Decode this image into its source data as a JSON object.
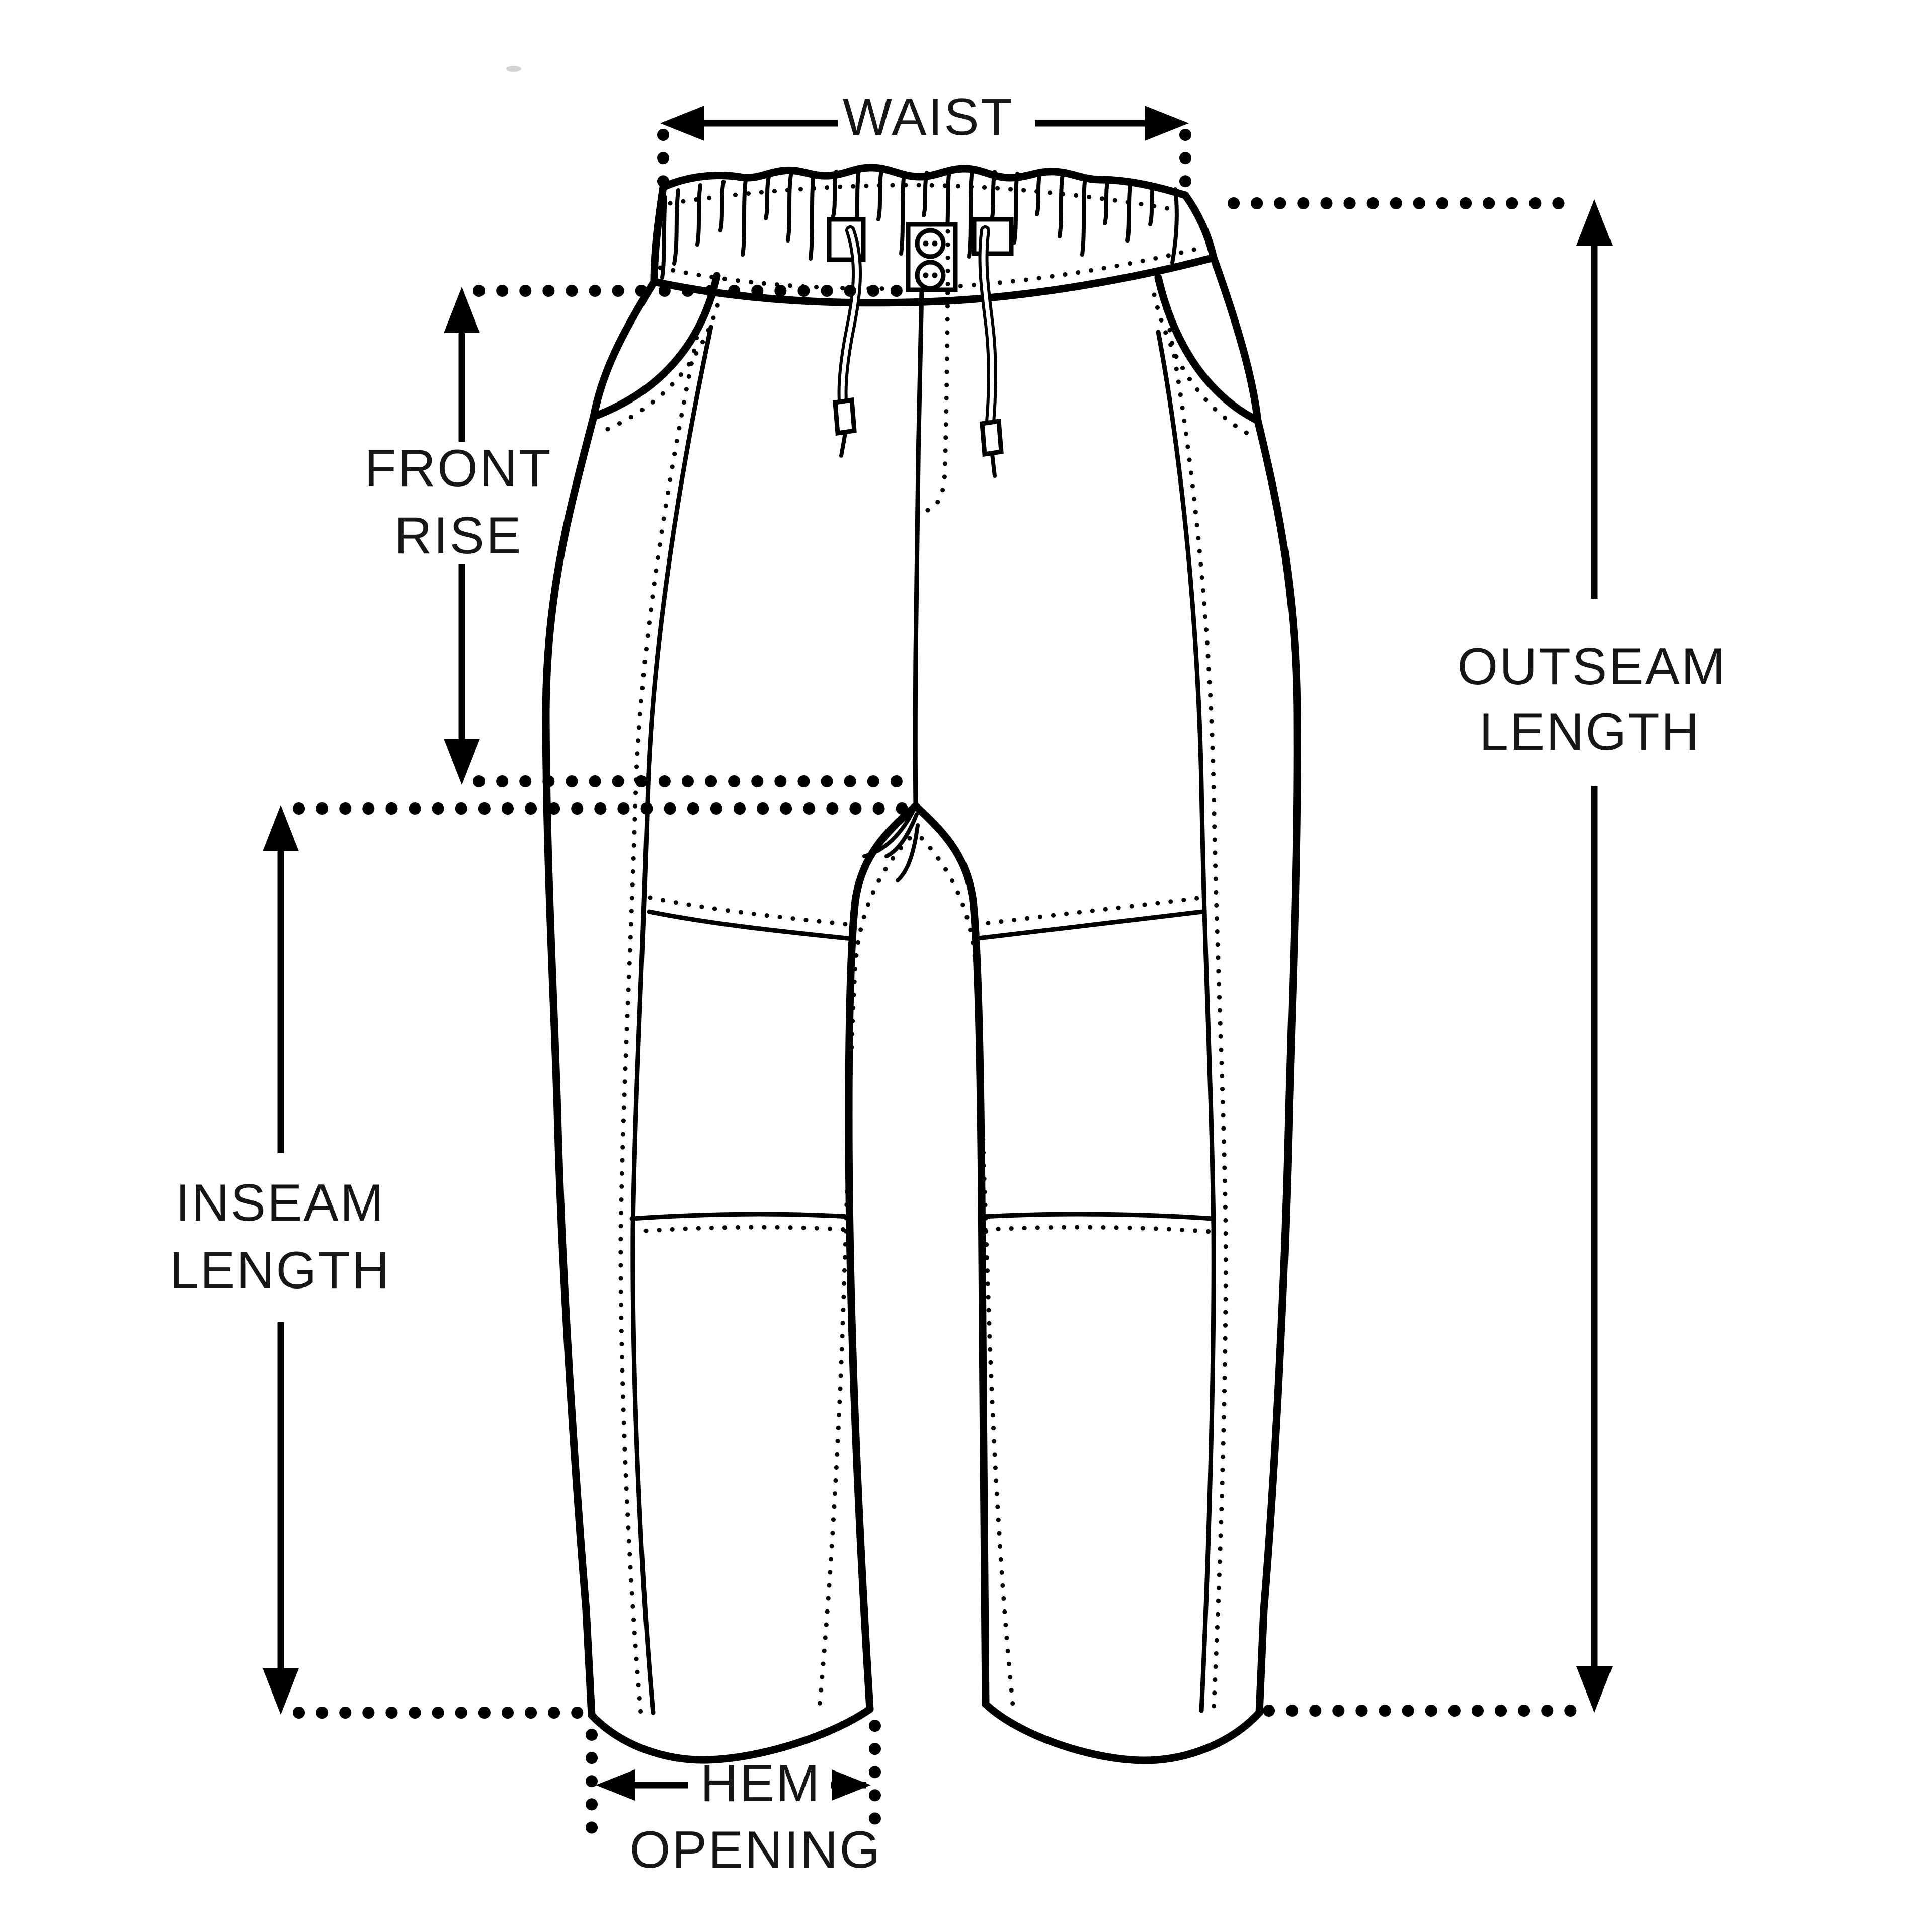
{
  "diagram": {
    "type": "garment-measurement-size-guide",
    "garment": "drawstring barrel-leg pants (front technical flat sketch)",
    "colors": {
      "line": "#000000",
      "text": "#161616",
      "background": "#ffffff"
    },
    "measurements": [
      {
        "id": "waist",
        "label": "WAIST",
        "lines": [
          "WAIST"
        ],
        "orientation": "horizontal",
        "position": "top"
      },
      {
        "id": "front-rise",
        "label": "FRONT RISE",
        "lines": [
          "FRONT",
          "RISE"
        ],
        "orientation": "vertical",
        "position": "upper-left"
      },
      {
        "id": "inseam-length",
        "label": "INSEAM LENGTH",
        "lines": [
          "INSEAM",
          "LENGTH"
        ],
        "orientation": "vertical",
        "position": "left"
      },
      {
        "id": "outseam-length",
        "label": "OUTSEAM LENGTH",
        "lines": [
          "OUTSEAM",
          "LENGTH"
        ],
        "orientation": "vertical",
        "position": "right"
      },
      {
        "id": "hem-opening",
        "label": "HEM OPENING",
        "lines": [
          "HEM",
          "OPENING"
        ],
        "orientation": "horizontal",
        "position": "bottom"
      }
    ]
  }
}
